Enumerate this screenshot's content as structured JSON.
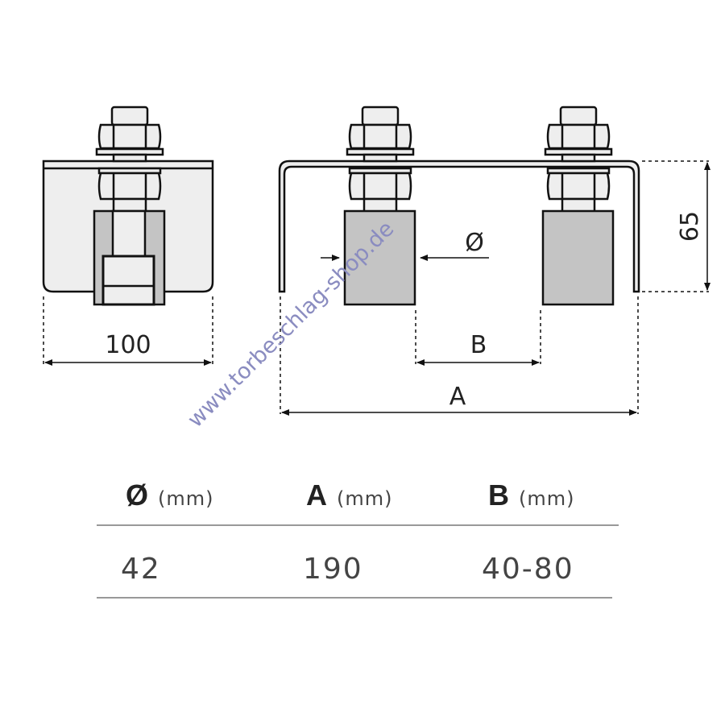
{
  "diagram": {
    "dimension_labels": {
      "width": "100",
      "diameter": "Ø",
      "spacing": "B",
      "overall": "A",
      "height": "65"
    },
    "watermark": "www.torbeschlag-shop.de"
  },
  "table": {
    "headers": [
      {
        "symbol": "Ø",
        "unit": "(mm)"
      },
      {
        "symbol": "A",
        "unit": "(mm)"
      },
      {
        "symbol": "B",
        "unit": "(mm)"
      }
    ],
    "rows": [
      [
        "42",
        "190",
        "40-80"
      ]
    ]
  },
  "colors": {
    "line": "#111111",
    "roller": "#c4c4c4",
    "light": "#eeeeee",
    "watermark": "#8a8cc0"
  }
}
